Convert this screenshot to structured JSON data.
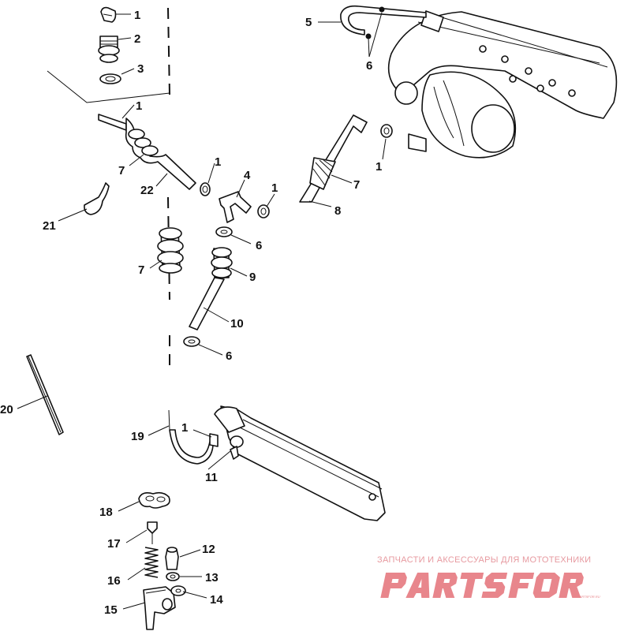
{
  "callouts": {
    "c1_top": "1",
    "c2": "2",
    "c3": "3",
    "c1_mid": "1",
    "c7_left": "7",
    "c22": "22",
    "c1_ring": "1",
    "c4": "4",
    "c1_tee": "1",
    "c21": "21",
    "c6_a": "6",
    "c7_low": "7",
    "c9": "9",
    "c10": "10",
    "c6_b": "6",
    "c5": "5",
    "c6_top": "6",
    "c1_right": "1",
    "c7_right": "7",
    "c8": "8",
    "c20": "20",
    "c19": "19",
    "c1_bottom": "1",
    "c11": "11",
    "c18": "18",
    "c17": "17",
    "c12": "12",
    "c16": "16",
    "c13": "13",
    "c15": "15",
    "c14": "14"
  },
  "watermark": {
    "tagline": "ЗАПЧАСТИ И АКСЕССУАРЫ ДЛЯ МОТОТЕХНИКИ",
    "logo_text": "PARTSFOR.RU",
    "color": "#e8868c"
  }
}
